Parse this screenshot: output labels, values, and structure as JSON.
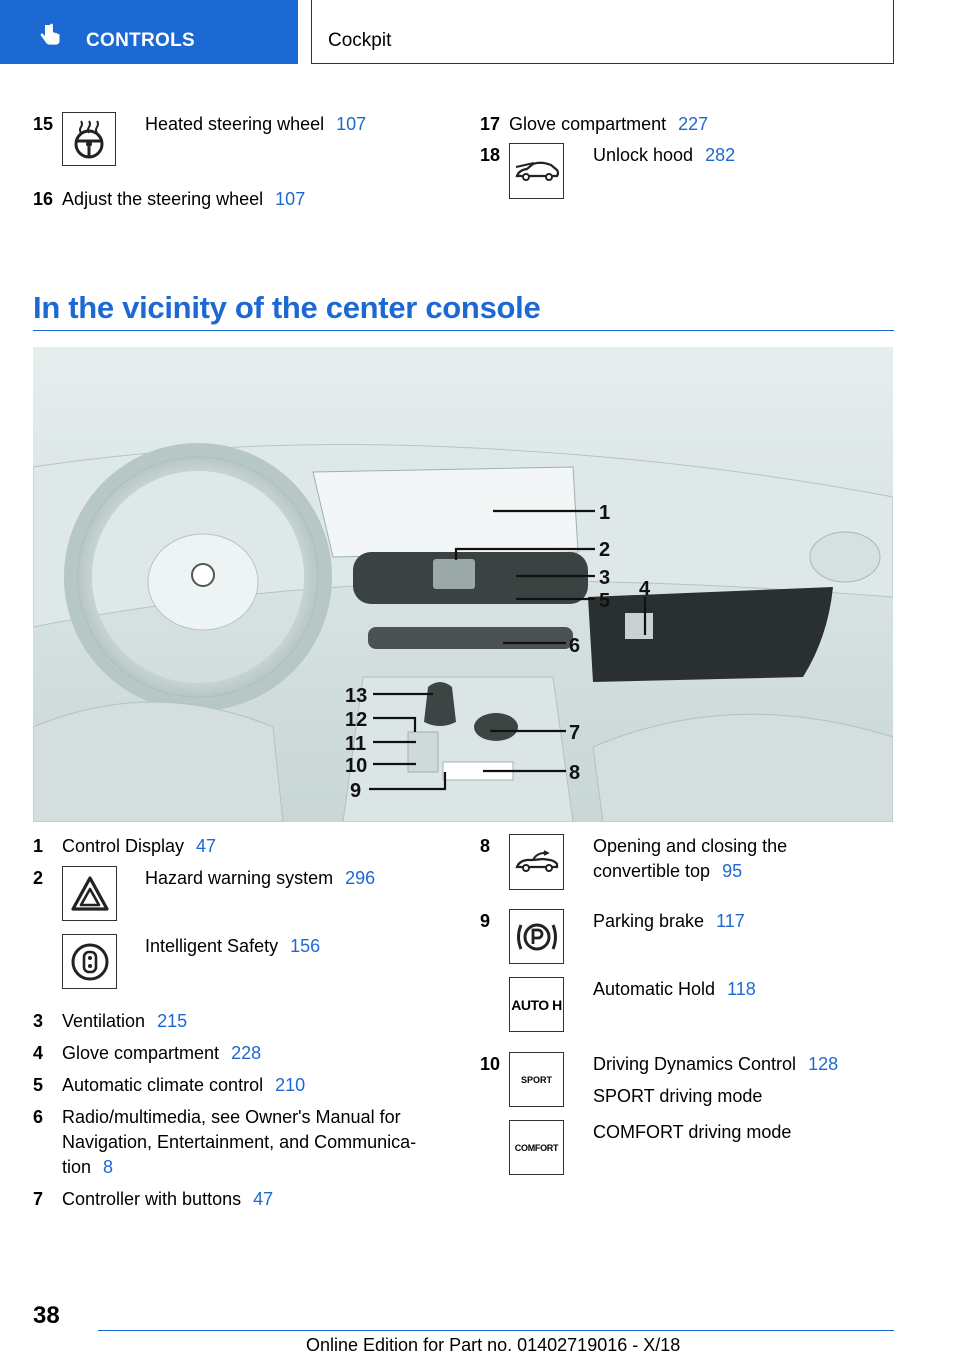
{
  "header": {
    "tab_label": "CONTROLS",
    "section_label": "Cockpit"
  },
  "top_items": [
    {
      "num": "15",
      "text": "Heated steering wheel",
      "page": "107"
    },
    {
      "num": "16",
      "text": "Adjust the steering wheel",
      "page": "107"
    },
    {
      "num": "17",
      "text": "Glove compartment",
      "page": "227"
    },
    {
      "num": "18",
      "text": "Unlock hood",
      "page": "282"
    }
  ],
  "heading": "In the vicinity of the center console",
  "callouts": [
    "1",
    "2",
    "3",
    "5",
    "4",
    "6",
    "13",
    "12",
    "11",
    "10",
    "9",
    "7",
    "8"
  ],
  "legend_left": [
    {
      "num": "1",
      "text": "Control Display",
      "page": "47"
    },
    {
      "num": "2",
      "text": "Hazard warning system",
      "page": "296"
    },
    {
      "num": "",
      "text": "Intelligent Safety",
      "page": "156"
    },
    {
      "num": "3",
      "text": "Ventilation",
      "page": "215"
    },
    {
      "num": "4",
      "text": "Glove compartment",
      "page": "228"
    },
    {
      "num": "5",
      "text": "Automatic climate control",
      "page": "210"
    },
    {
      "num": "6",
      "line1": "Radio/multimedia, see Owner's Manual for",
      "line2": "Navigation, Entertainment, and Communica-",
      "line3": "tion",
      "page": "8"
    },
    {
      "num": "7",
      "text": "Controller with buttons",
      "page": "47"
    }
  ],
  "legend_right": [
    {
      "num": "8",
      "line1": "Opening and closing the",
      "line2": "convertible top",
      "page": "95"
    },
    {
      "num": "9",
      "text": "Parking brake",
      "page": "117"
    },
    {
      "num": "",
      "text": "Automatic Hold",
      "page": "118"
    },
    {
      "num": "10",
      "text": "Driving Dynamics Control",
      "page": "128"
    },
    {
      "num": "",
      "text": "SPORT driving mode",
      "page": ""
    },
    {
      "num": "",
      "text": "COMFORT driving mode",
      "page": ""
    }
  ],
  "icon_labels": {
    "auto_hold": "AUTO H",
    "sport": "SPORT",
    "comfort": "COMFORT"
  },
  "page_number": "38",
  "footer": "Online Edition for Part no. 01402719016 - X/18"
}
